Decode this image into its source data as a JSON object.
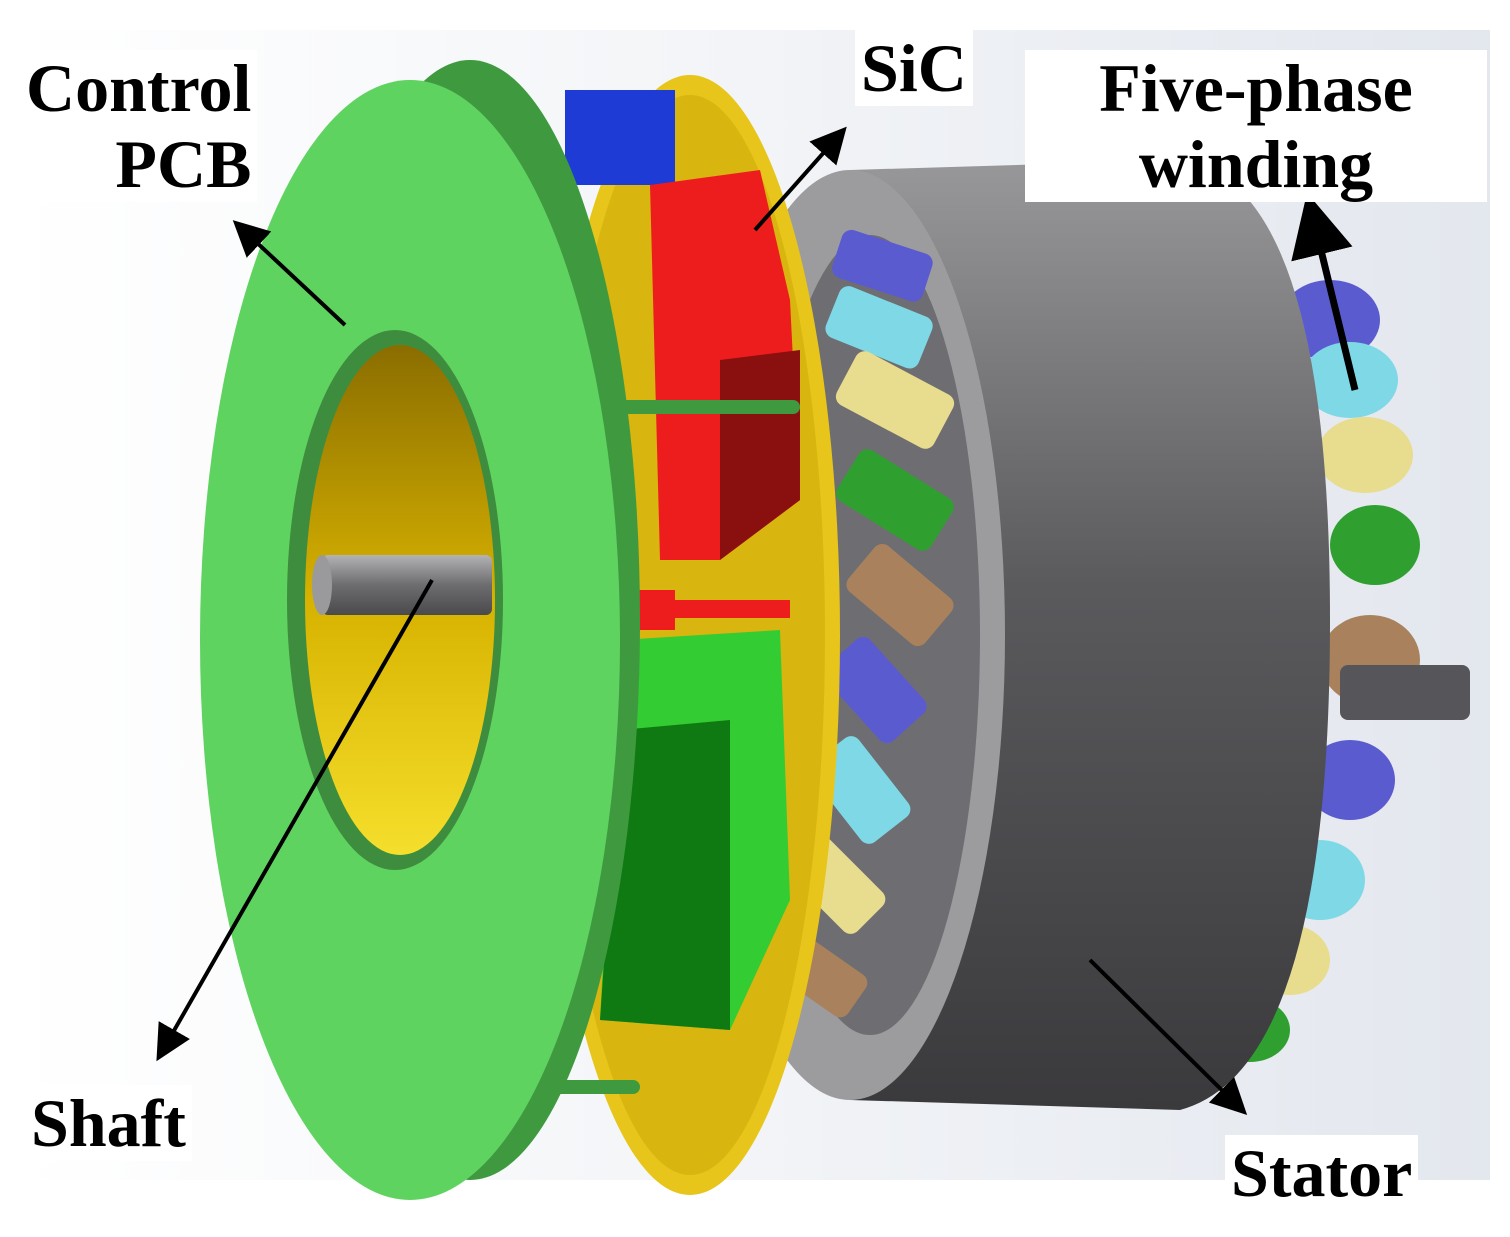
{
  "labels": {
    "control_pcb": {
      "line1": "Control",
      "line2": "PCB"
    },
    "sic": "SiC",
    "five_phase_winding": {
      "line1": "Five-phase",
      "line2": "winding"
    },
    "shaft": "Shaft",
    "stator": "Stator"
  },
  "colors": {
    "pcb_green": "#5fd35f",
    "pcb_green_dark": "#3f9a3f",
    "ring_yellow": "#e7c51a",
    "bore_yellow": "#d8b400",
    "sic_red": "#ee1d1d",
    "sic_red_dark": "#8a0f0f",
    "stator_gray": "#4d4d50",
    "stator_gray_light": "#909092",
    "winding_blue": "#5b5bd0",
    "winding_cyan": "#7fd8e6",
    "winding_cream": "#e8dc8f",
    "winding_green": "#2fa02f",
    "winding_brown": "#a9825d",
    "module_blue": "#1f3bd6",
    "module_green": "#33cc33",
    "shaft_gray": "#77777a"
  }
}
